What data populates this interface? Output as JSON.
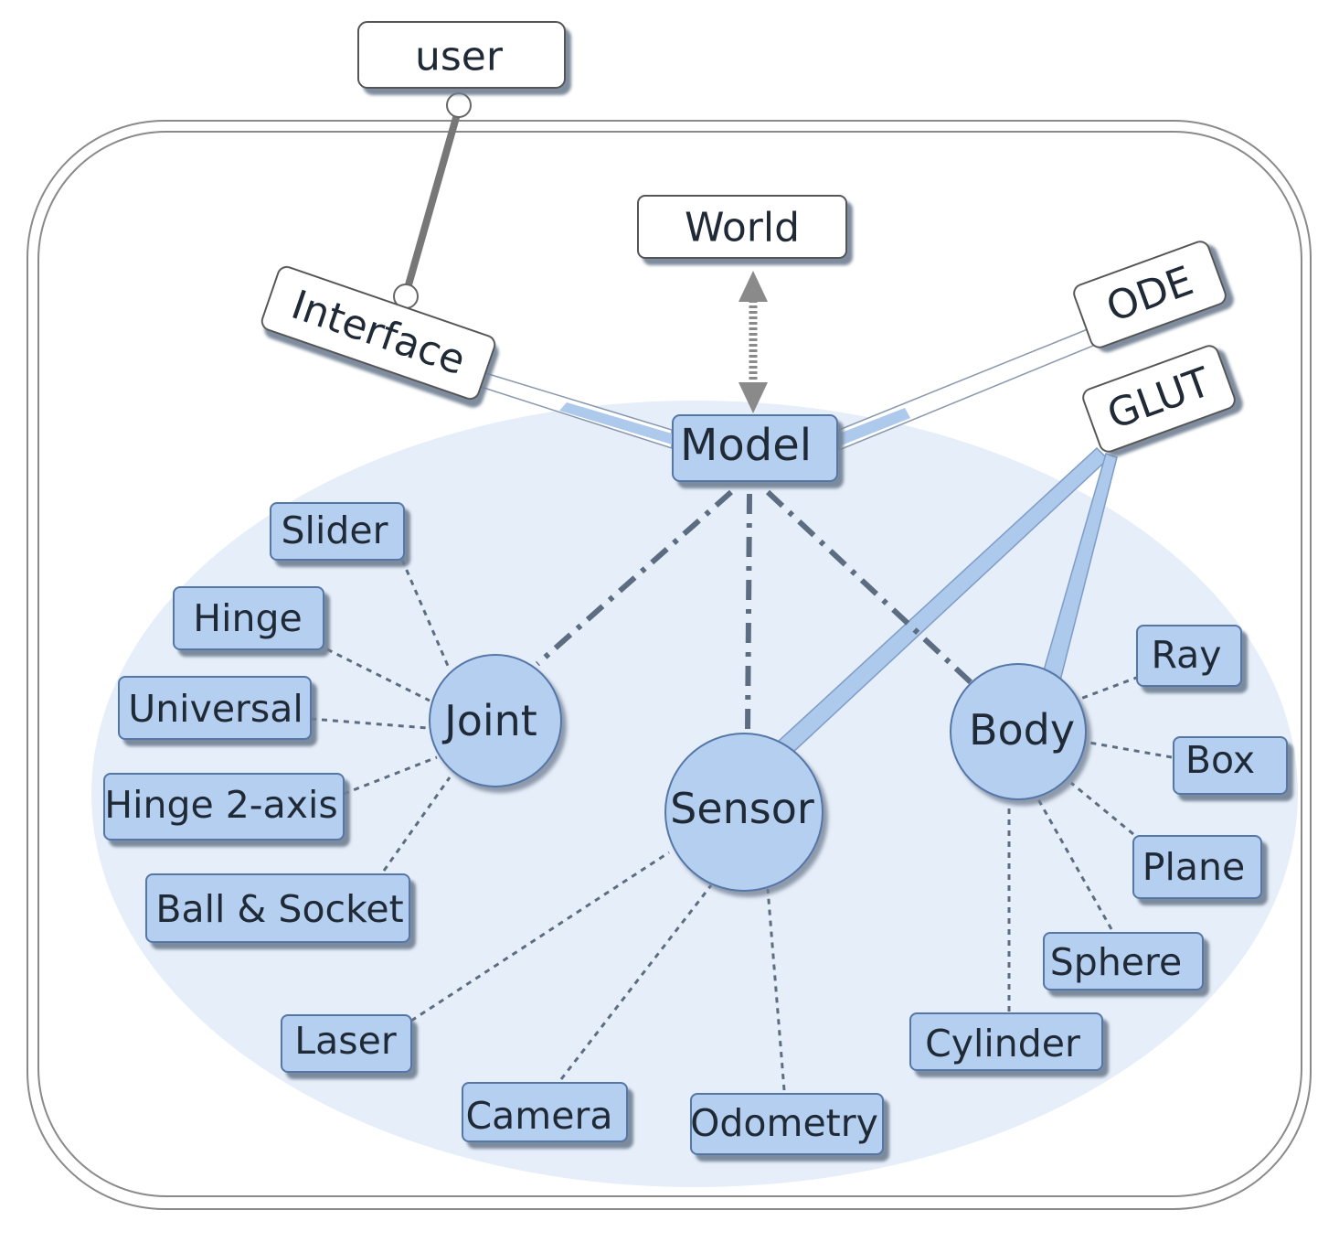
{
  "nodes": {
    "user": "user",
    "world": "World",
    "interface": "Interface",
    "ode": "ODE",
    "glut": "GLUT",
    "model": "Model",
    "joint": "Joint",
    "sensor": "Sensor",
    "body": "Body",
    "slider": "Slider",
    "hinge": "Hinge",
    "universal": "Universal",
    "hinge2": "Hinge 2-axis",
    "ball_socket": "Ball & Socket",
    "laser": "Laser",
    "camera": "Camera",
    "odometry": "Odometry",
    "ray": "Ray",
    "box": "Box",
    "plane": "Plane",
    "sphere": "Sphere",
    "cylinder": "Cylinder"
  },
  "colors": {
    "node_fill_blue": "#b5cff0",
    "node_stroke_blue": "#5577a8",
    "node_shadow": "#6f7f92",
    "region_fill": "#e6eef9",
    "connector_blue": "#adc9ec",
    "dash_line": "#5c6d82",
    "solid_gray": "#777777"
  }
}
